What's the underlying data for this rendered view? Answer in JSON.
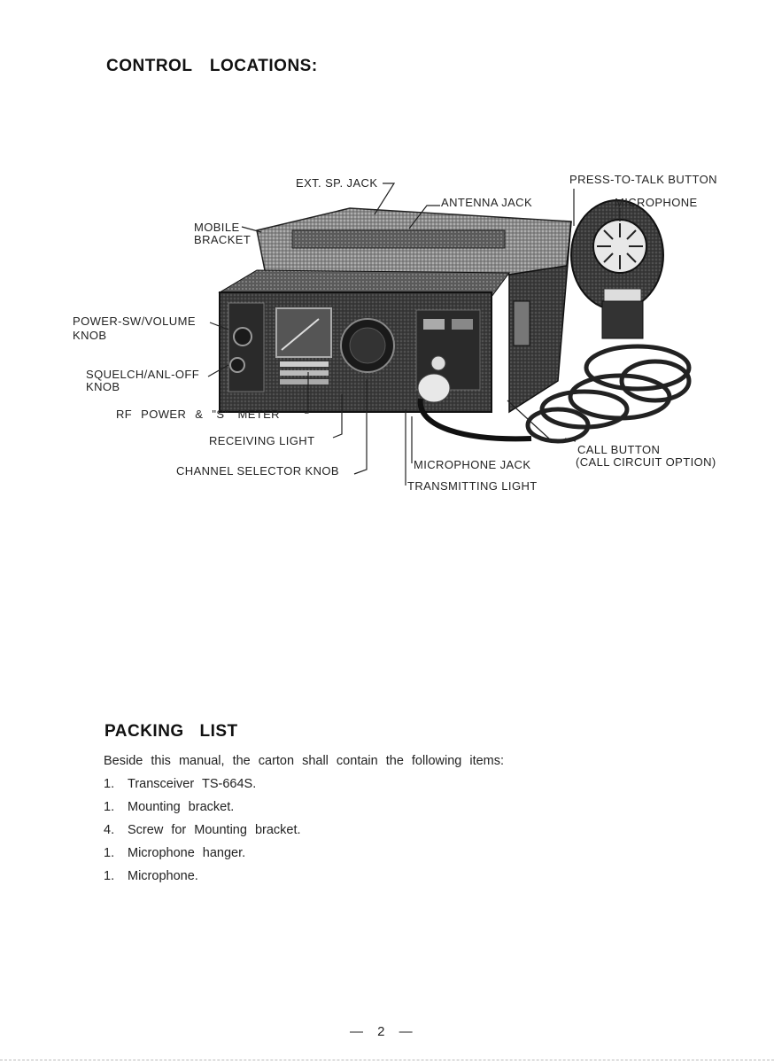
{
  "page": {
    "title": "CONTROL  LOCATIONS:",
    "figure_labels": {
      "ext_sp_jack": "EXT. SP. JACK",
      "antenna_jack": "ANTENNA  JACK",
      "press_to_talk": "PRESS-TO-TALK  BUTTON",
      "microphone": "MICROPHONE",
      "mobile_bracket_1": "MOBILE",
      "mobile_bracket_2": "BRACKET",
      "power_sw_1": "POWER-SW/VOLUME",
      "power_sw_2": "KNOB",
      "squelch_1": "SQUELCH/ANL-OFF",
      "squelch_2": "KNOB",
      "rf_power": "RF  POWER  &  \"S\"  METER",
      "receiving_light": "RECEIVING  LIGHT",
      "channel_selector": "CHANNEL  SELECTOR  KNOB",
      "microphone_jack": "MICROPHONE  JACK",
      "transmitting_light": "TRANSMITTING  LIGHT",
      "call_button_1": "CALL  BUTTON",
      "call_button_2": "(CALL  CIRCUIT  OPTION)"
    },
    "packing": {
      "title": "PACKING  LIST",
      "intro": "Beside this manual, the carton shall contain the following items:",
      "items": [
        {
          "qty": "1.",
          "text": "Transceiver  TS-664S."
        },
        {
          "qty": "1.",
          "text": "Mounting  bracket."
        },
        {
          "qty": "4.",
          "text": "Screw  for  Mounting  bracket."
        },
        {
          "qty": "1.",
          "text": "Microphone  hanger."
        },
        {
          "qty": "1.",
          "text": "Microphone."
        }
      ]
    },
    "page_number": "— 2 —"
  }
}
